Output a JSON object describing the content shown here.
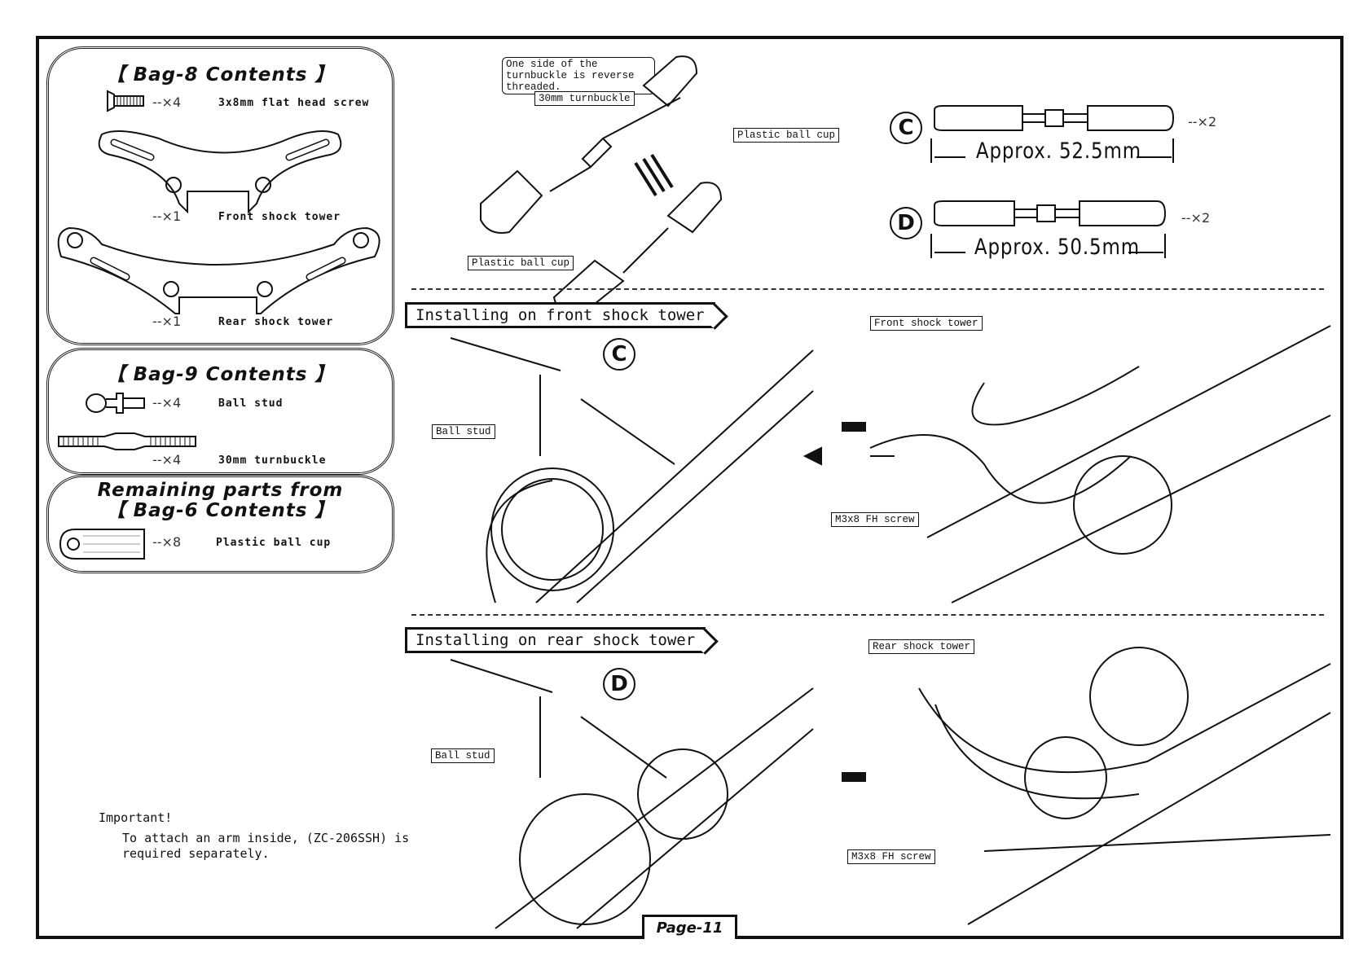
{
  "bags": [
    {
      "title": "【 Bag-8 Contents 】",
      "items": [
        {
          "qty": "--×4",
          "name": "3x8mm flat head screw",
          "icon": "flat-head-screw-icon"
        },
        {
          "qty": "--×1",
          "name": "Front shock tower",
          "icon": "front-shock-tower-icon"
        },
        {
          "qty": "--×1",
          "name": "Rear shock tower",
          "icon": "rear-shock-tower-icon"
        }
      ]
    },
    {
      "title": "【 Bag-9 Contents 】",
      "items": [
        {
          "qty": "--×4",
          "name": "Ball stud",
          "icon": "ball-stud-icon"
        },
        {
          "qty": "--×4",
          "name": "30mm turnbuckle",
          "icon": "turnbuckle-icon"
        }
      ]
    },
    {
      "title_line1": "Remaining parts from",
      "title": "【 Bag-6 Contents 】",
      "items": [
        {
          "qty": "--×8",
          "name": "Plastic ball cup",
          "icon": "ball-cup-icon"
        }
      ]
    }
  ],
  "assembly": {
    "note": "One side of the turnbuckle is reverse threaded.",
    "turnbuckle_label": "30mm turnbuckle",
    "ball_cup_label": "Plastic ball cup",
    "rods": [
      {
        "id": "C",
        "qty": "--×2",
        "length": "Approx. 52.5mm"
      },
      {
        "id": "D",
        "qty": "--×2",
        "length": "Approx. 50.5mm"
      }
    ]
  },
  "front": {
    "title": "Installing on front shock tower",
    "rod": "C",
    "ball_stud": "Ball stud",
    "tower": "Front shock tower",
    "screw": "M3x8 FH screw"
  },
  "rear": {
    "title": "Installing on rear shock tower",
    "rod": "D",
    "ball_stud": "Ball stud",
    "tower": "Rear shock tower",
    "screw": "M3x8 FH screw"
  },
  "important": {
    "heading": "Important!",
    "text_line1": "To attach an arm inside, (ZC-206SSH) is",
    "text_line2": "required separately."
  },
  "page": "Page-11"
}
